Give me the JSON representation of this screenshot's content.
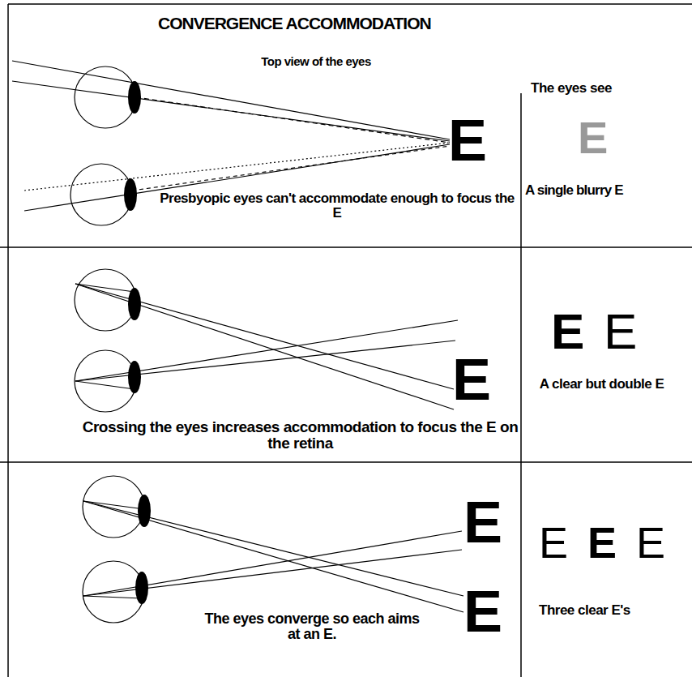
{
  "diagram": {
    "title": "CONVERGENCE ACCOMMODATION",
    "labels": [
      "Top view of the eyes",
      "The eyes see",
      "E",
      "E",
      "Presbyopic eyes can't accommodate enough to focus the E",
      "A single blurry E",
      "E",
      "E",
      "E",
      "Crossing the eyes increases accommodation to focus the E on the retina",
      "A clear but double E",
      "E",
      "E",
      "E",
      "E",
      "E",
      "The eyes converge so each aims at an E.",
      "Three clear E's"
    ]
  }
}
